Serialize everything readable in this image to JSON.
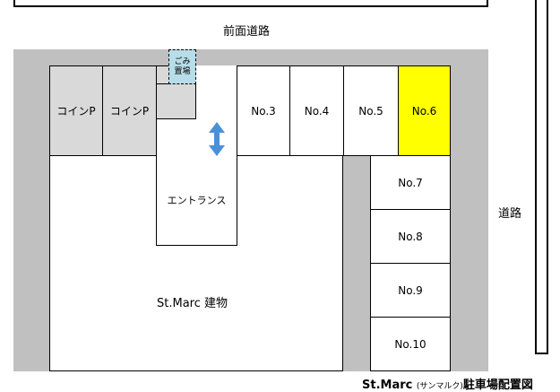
{
  "front_road": "前面道路",
  "side_road": "道路",
  "garbage": "ごみ\n置場",
  "coin_parking": [
    "コインP",
    "コインP"
  ],
  "entrance": "エントランス",
  "building": "St.Marc 建物",
  "spaces": {
    "no3": "No.3",
    "no4": "No.4",
    "no5": "No.5",
    "no6": "No.6",
    "no7": "No.7",
    "no8": "No.8",
    "no9": "No.9",
    "no10": "No.10"
  },
  "highlight_space": "No.6",
  "title": {
    "main": "St.Marc ",
    "reading": "(サンマルク)",
    "suffix": "駐車場配置図"
  },
  "colors": {
    "ground": "#c0c0c0",
    "coin": "#d9d9d9",
    "garbage": "#b7dde8",
    "highlight": "#ffff00",
    "arrow": "#4a90d9"
  }
}
